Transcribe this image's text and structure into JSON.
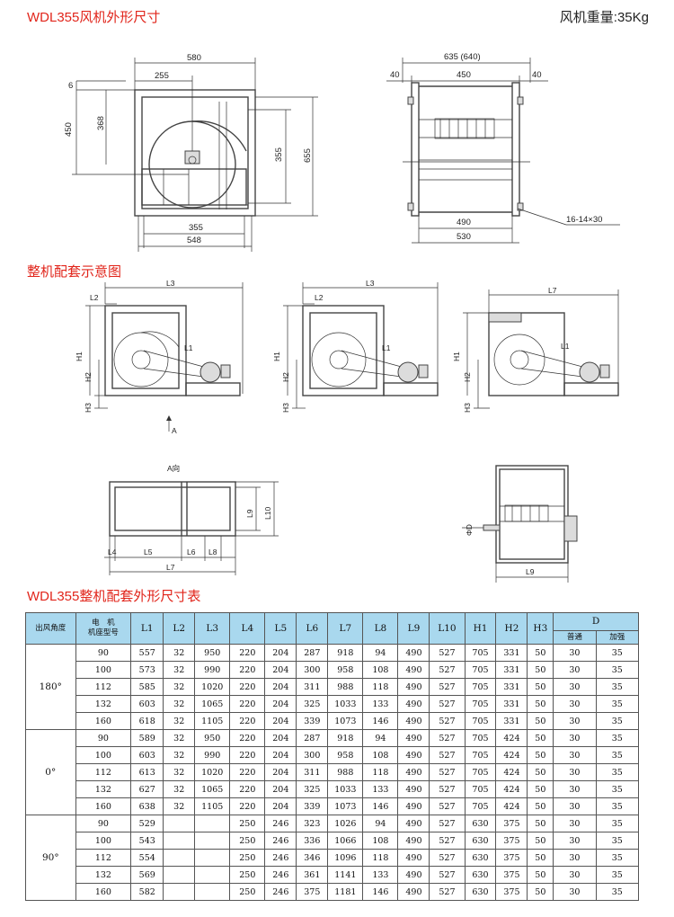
{
  "titles": {
    "fan_dims": "WDL355风机外形尺寸",
    "weight": "风机重量:35Kg",
    "assembly": "整机配套示意图",
    "table": "WDL355整机配套外形尺寸表"
  },
  "drawing_labels": {
    "front": {
      "w580": "580",
      "w255": "255",
      "h6": "6",
      "h450": "450",
      "h368": "368",
      "h355": "355",
      "h655": "655",
      "b355": "355",
      "b548": "548"
    },
    "side": {
      "w635": "635 (640)",
      "w40a": "40",
      "w450": "450",
      "w40b": "40",
      "b490": "490",
      "b530": "530",
      "holes": "16-14×30"
    },
    "assembly": {
      "L3": "L3",
      "L2": "L2",
      "L7": "L7",
      "L1": "L1",
      "H1": "H1",
      "H2": "H2",
      "H3": "H3",
      "A": "A"
    },
    "view_a": {
      "title": "A向",
      "L4": "L4",
      "L5": "L5",
      "L6": "L6",
      "L8": "L8",
      "L7": "L7",
      "L9": "L9",
      "L10": "L10"
    },
    "side_view": {
      "phiD": "ΦD",
      "L9": "L9"
    }
  },
  "table": {
    "headers": {
      "angle": "出风角度",
      "motor_line1": "电　机",
      "motor_line2": "机座型号",
      "L1": "L1",
      "L2": "L2",
      "L3": "L3",
      "L4": "L4",
      "L5": "L5",
      "L6": "L6",
      "L7": "L7",
      "L8": "L8",
      "L9": "L9",
      "L10": "L10",
      "H1": "H1",
      "H2": "H2",
      "H3": "H3",
      "D": "D",
      "D_normal": "普通",
      "D_strong": "加强"
    },
    "groups": [
      {
        "angle": "180°",
        "rows": [
          [
            "90",
            "557",
            "32",
            "950",
            "220",
            "204",
            "287",
            "918",
            "94",
            "490",
            "527",
            "705",
            "331",
            "50",
            "30",
            "35"
          ],
          [
            "100",
            "573",
            "32",
            "990",
            "220",
            "204",
            "300",
            "958",
            "108",
            "490",
            "527",
            "705",
            "331",
            "50",
            "30",
            "35"
          ],
          [
            "112",
            "585",
            "32",
            "1020",
            "220",
            "204",
            "311",
            "988",
            "118",
            "490",
            "527",
            "705",
            "331",
            "50",
            "30",
            "35"
          ],
          [
            "132",
            "603",
            "32",
            "1065",
            "220",
            "204",
            "325",
            "1033",
            "133",
            "490",
            "527",
            "705",
            "331",
            "50",
            "30",
            "35"
          ],
          [
            "160",
            "618",
            "32",
            "1105",
            "220",
            "204",
            "339",
            "1073",
            "146",
            "490",
            "527",
            "705",
            "331",
            "50",
            "30",
            "35"
          ]
        ]
      },
      {
        "angle": "0°",
        "rows": [
          [
            "90",
            "589",
            "32",
            "950",
            "220",
            "204",
            "287",
            "918",
            "94",
            "490",
            "527",
            "705",
            "424",
            "50",
            "30",
            "35"
          ],
          [
            "100",
            "603",
            "32",
            "990",
            "220",
            "204",
            "300",
            "958",
            "108",
            "490",
            "527",
            "705",
            "424",
            "50",
            "30",
            "35"
          ],
          [
            "112",
            "613",
            "32",
            "1020",
            "220",
            "204",
            "311",
            "988",
            "118",
            "490",
            "527",
            "705",
            "424",
            "50",
            "30",
            "35"
          ],
          [
            "132",
            "627",
            "32",
            "1065",
            "220",
            "204",
            "325",
            "1033",
            "133",
            "490",
            "527",
            "705",
            "424",
            "50",
            "30",
            "35"
          ],
          [
            "160",
            "638",
            "32",
            "1105",
            "220",
            "204",
            "339",
            "1073",
            "146",
            "490",
            "527",
            "705",
            "424",
            "50",
            "30",
            "35"
          ]
        ]
      },
      {
        "angle": "90°",
        "rows": [
          [
            "90",
            "529",
            "",
            "",
            "250",
            "246",
            "323",
            "1026",
            "94",
            "490",
            "527",
            "630",
            "375",
            "50",
            "30",
            "35"
          ],
          [
            "100",
            "543",
            "",
            "",
            "250",
            "246",
            "336",
            "1066",
            "108",
            "490",
            "527",
            "630",
            "375",
            "50",
            "30",
            "35"
          ],
          [
            "112",
            "554",
            "",
            "",
            "250",
            "246",
            "346",
            "1096",
            "118",
            "490",
            "527",
            "630",
            "375",
            "50",
            "30",
            "35"
          ],
          [
            "132",
            "569",
            "",
            "",
            "250",
            "246",
            "361",
            "1141",
            "133",
            "490",
            "527",
            "630",
            "375",
            "50",
            "30",
            "35"
          ],
          [
            "160",
            "582",
            "",
            "",
            "250",
            "246",
            "375",
            "1181",
            "146",
            "490",
            "527",
            "630",
            "375",
            "50",
            "30",
            "35"
          ]
        ]
      }
    ]
  },
  "colors": {
    "title_red": "#e1251b",
    "header_blue": "#a9d8ee"
  }
}
